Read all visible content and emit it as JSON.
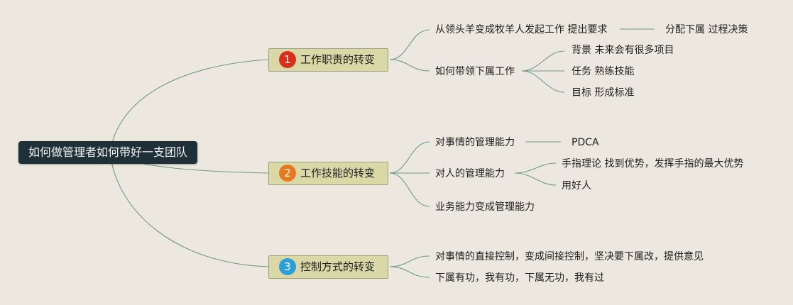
{
  "root": {
    "label": "如何做管理者如何带好一支团队"
  },
  "branches": [
    {
      "number": "1",
      "color": "#d6301b",
      "label": "工作职责的转变",
      "children": [
        {
          "label": "从领头羊变成牧羊人发起工作  提出要求",
          "extra": "分配下属  过程决策"
        },
        {
          "label": "如何带领下属工作",
          "children": [
            "背景  未来会有很多项目",
            "任务  熟练技能",
            "目标  形成标准"
          ]
        }
      ]
    },
    {
      "number": "2",
      "color": "#e9791e",
      "label": "工作技能的转变",
      "children": [
        {
          "label": "对事情的管理能力",
          "extra": "PDCA"
        },
        {
          "label": "对人的管理能力",
          "children": [
            "手指理论  找到优势，发挥手指的最大优势",
            "用好人"
          ]
        },
        {
          "label": "业务能力变成管理能力"
        }
      ]
    },
    {
      "number": "3",
      "color": "#2a9fd8",
      "label": "控制方式的转变",
      "children": [
        {
          "label": "对事情的直接控制，变成间接控制，坚决要下属改，提供意见"
        },
        {
          "label": "下属有功，我有功，下属无功，我有过"
        }
      ]
    }
  ],
  "colors": {
    "background": "#ece8df",
    "line": "#6f9a86",
    "root_fill": "#1f3039",
    "topic_fill": "#d9d8a6"
  }
}
